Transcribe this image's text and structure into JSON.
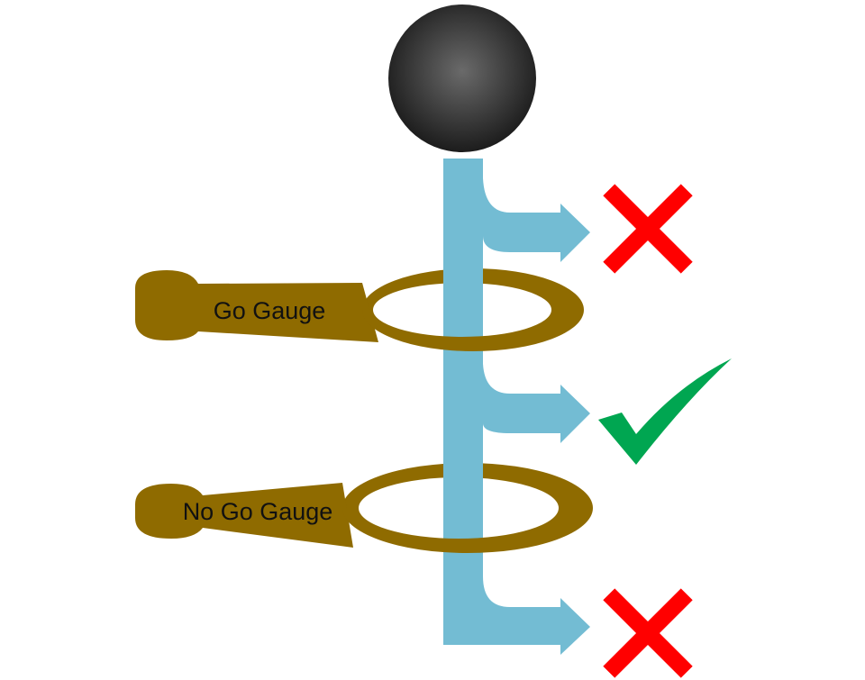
{
  "gauges": {
    "go": {
      "label": "Go Gauge"
    },
    "no_go": {
      "label": "No Go Gauge"
    }
  },
  "outcomes": [
    {
      "result": "reject",
      "icon": "cross-icon"
    },
    {
      "result": "accept",
      "icon": "check-icon"
    },
    {
      "result": "reject",
      "icon": "cross-icon"
    }
  ],
  "colors": {
    "ball_dark": "#1c1c1c",
    "ball_light": "#6a6a6a",
    "flow": "#73bcd3",
    "gauge": "#8f6b00",
    "gauge_hole": "#ffffff",
    "cross": "#ff0000",
    "check": "#00a651"
  }
}
